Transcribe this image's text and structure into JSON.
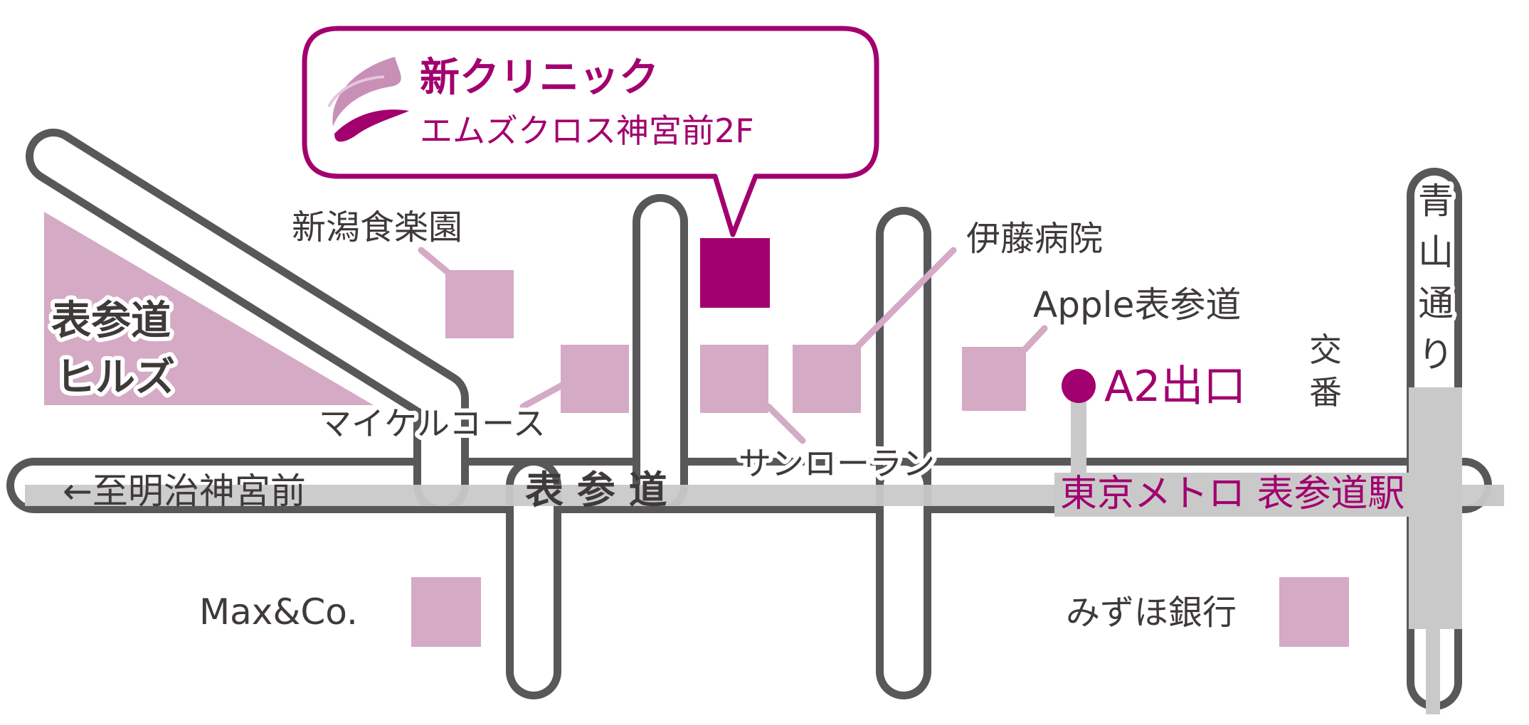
{
  "colors": {
    "accent": "#a2006e",
    "building": "#d4aac5",
    "road_edge": "#58585a",
    "rail": "#c9c9ca",
    "text": "#3e3a39"
  },
  "callout": {
    "clinic_name": "新クリニック",
    "clinic_address": "エムズクロス神宮前2F",
    "logo_icon": "wing-logo-icon"
  },
  "streets": {
    "main_street": "表 参 道",
    "to_meiji": "←至明治神宮前",
    "aoyama_dori": [
      "青",
      "山",
      "通",
      "り"
    ]
  },
  "landmarks": {
    "omotesando_hills": [
      "表参道",
      "ヒルズ"
    ],
    "niigata_shokurakuen": "新潟食楽園",
    "ito_hospital": "伊藤病院",
    "apple": "Apple表参道",
    "michael_kors": "マイケルコース",
    "saint_laurent": "サンローラン",
    "koban": [
      "交",
      "番"
    ],
    "max_co": "Max&Co.",
    "mizuho": "みずほ銀行"
  },
  "station": {
    "exit": "A2出口",
    "name": "東京メトロ 表参道駅"
  }
}
